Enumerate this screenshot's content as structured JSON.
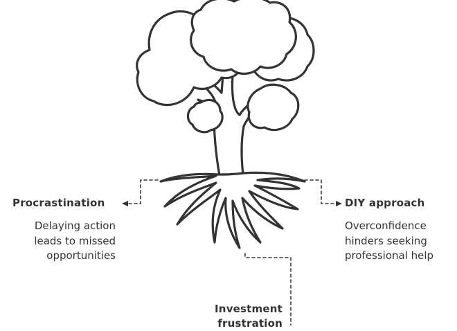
{
  "colors": {
    "stroke": "#333333",
    "text": "#333333",
    "background": "#ffffff"
  },
  "icons": [
    "tree-icon"
  ],
  "nodes": [
    {
      "id": "procrastination",
      "title": "Procrastination",
      "description": "Delaying action\nleads to missed\nopportunities"
    },
    {
      "id": "diy",
      "title": "DIY approach",
      "description": "Overconfidence\nhinders seeking\nprofessional help"
    },
    {
      "id": "investment",
      "title": "Investment\nfrustration",
      "description": ""
    }
  ]
}
